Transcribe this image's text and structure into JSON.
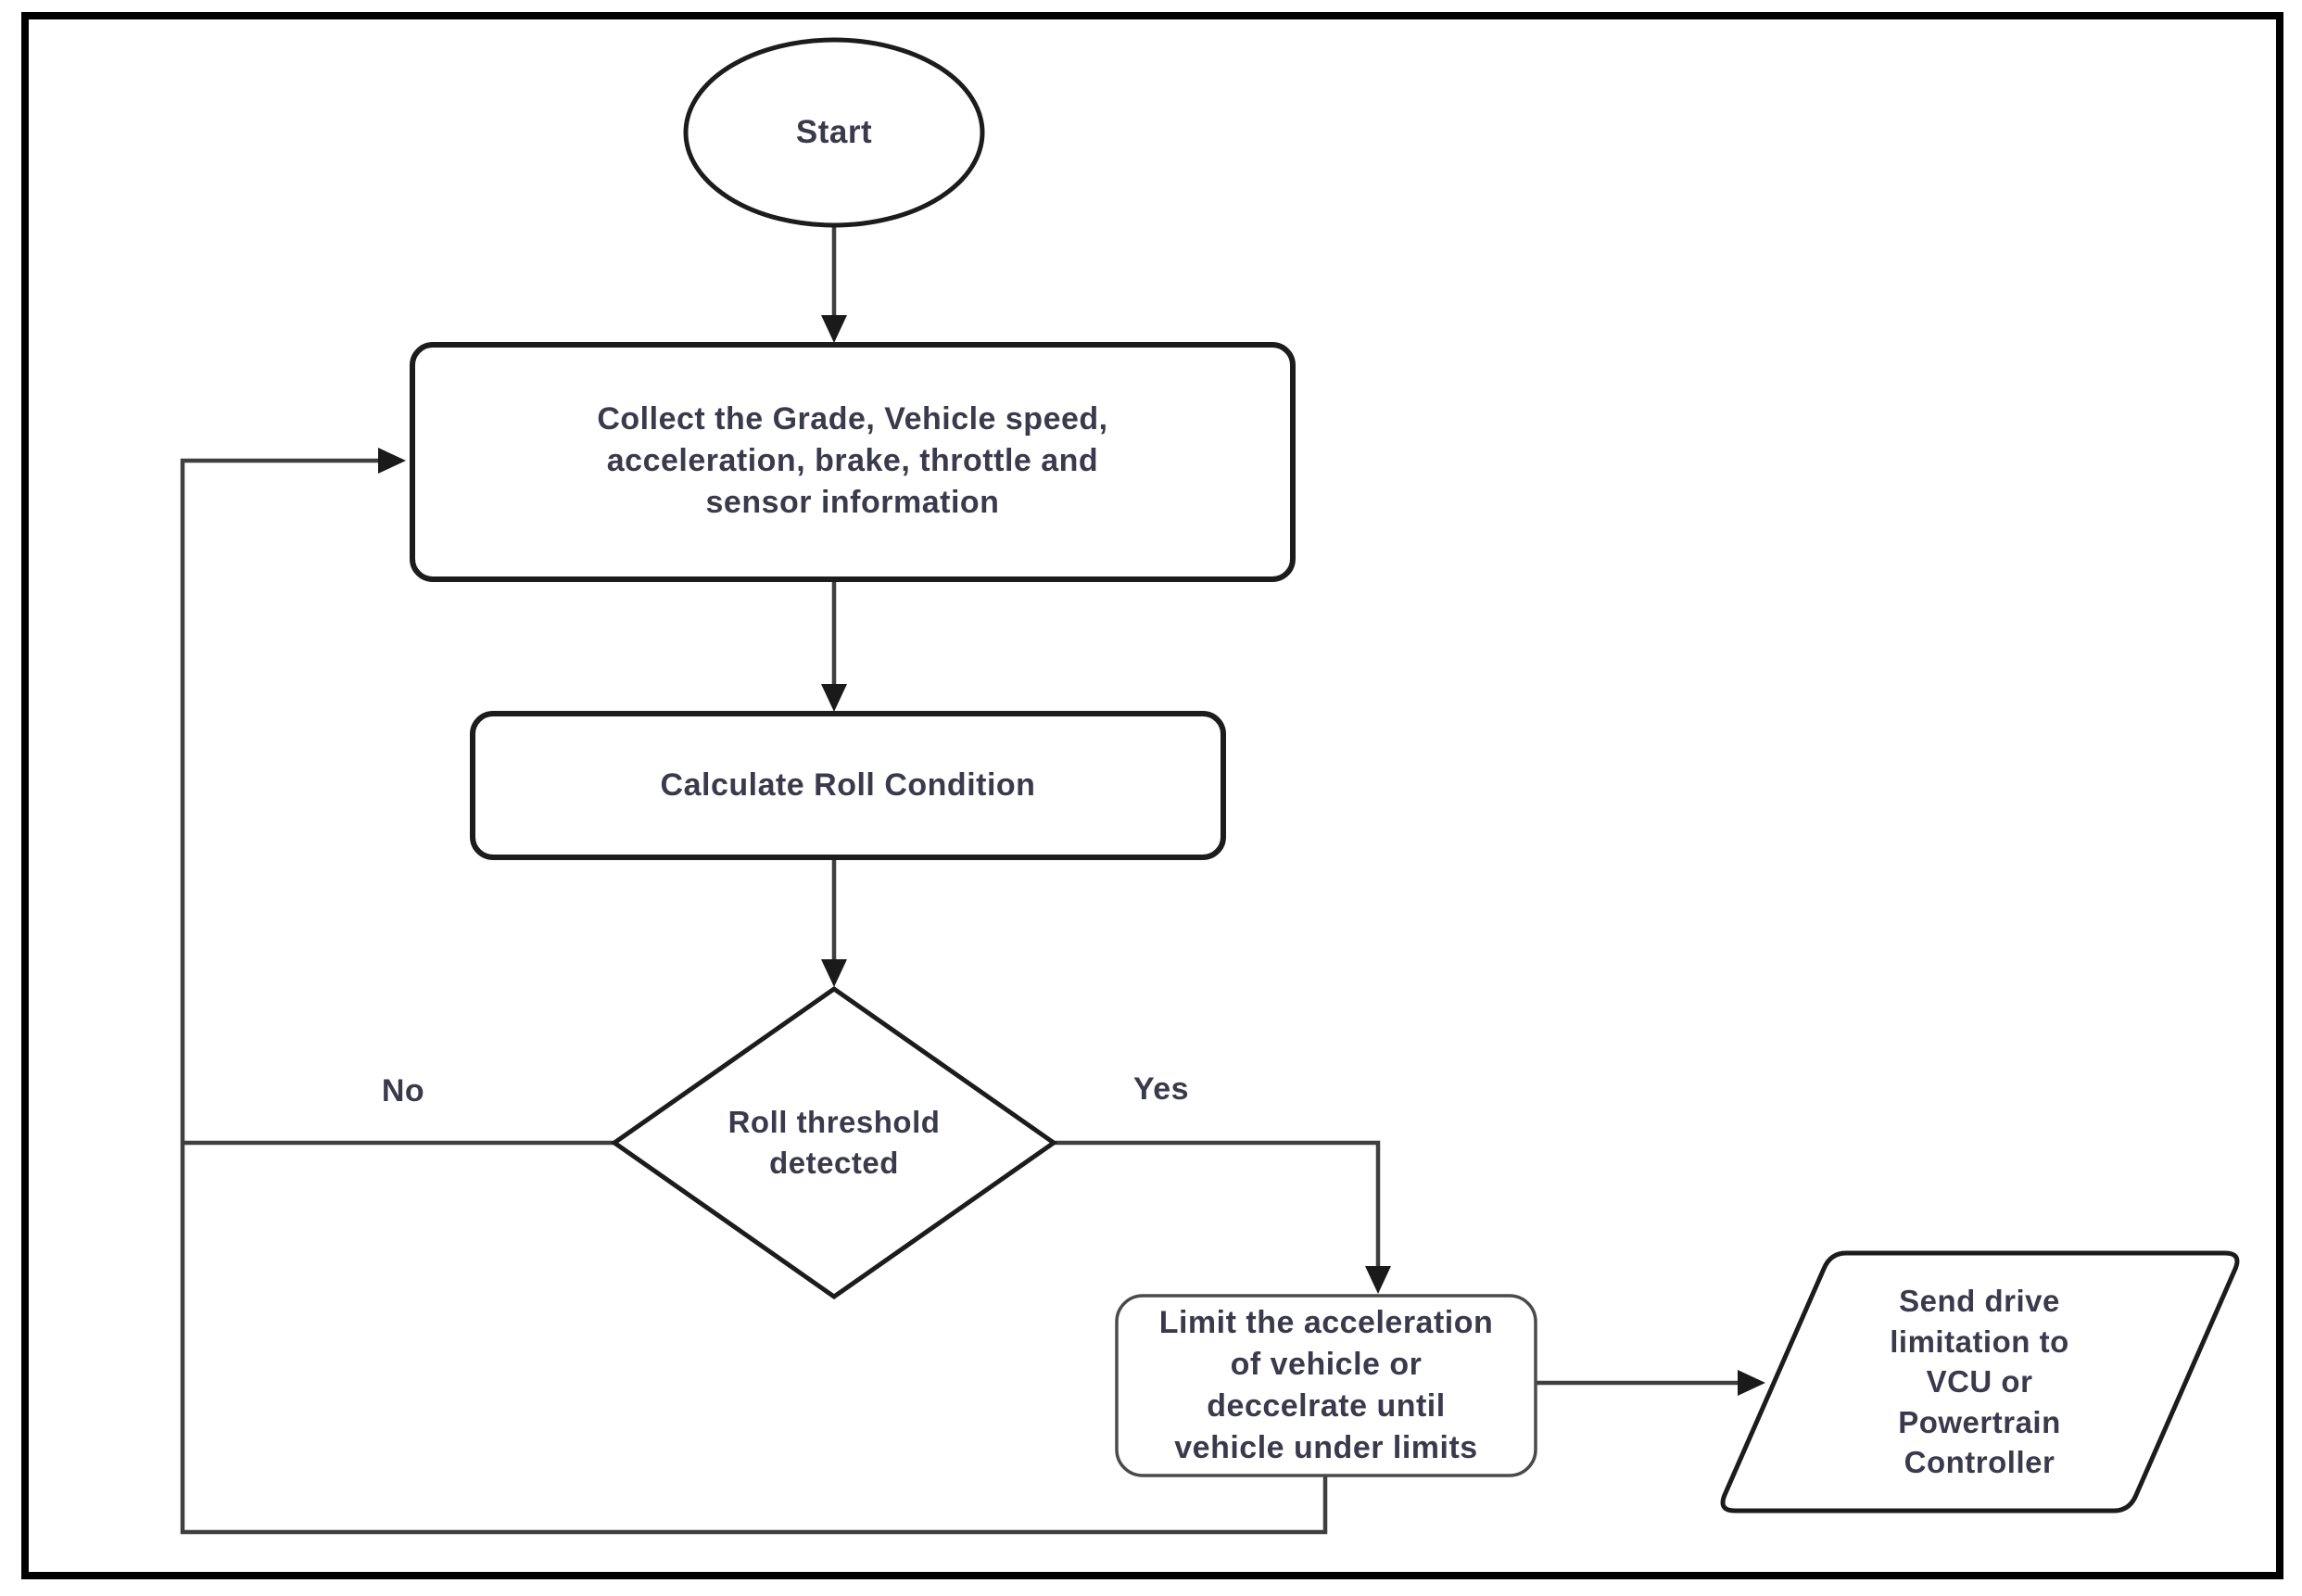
{
  "diagram_type": "flowchart",
  "nodes": {
    "start": {
      "type": "terminator",
      "label": "Start"
    },
    "collect": {
      "type": "process",
      "label": "Collect the Grade, Vehicle speed,\nacceleration, brake, throttle and\nsensor information"
    },
    "calculate": {
      "type": "process",
      "label": "Calculate Roll Condition"
    },
    "decision": {
      "type": "decision",
      "label": "Roll threshold\ndetected"
    },
    "limit": {
      "type": "process",
      "label": "Limit the acceleration\nof vehicle or\ndeccelrate until\nvehicle under limits"
    },
    "send": {
      "type": "input-output",
      "label": "Send drive\nlimitation to\nVCU or\nPowertrain\nController"
    }
  },
  "branch_labels": {
    "no": "No",
    "yes": "Yes"
  },
  "edges": [
    {
      "from": "start",
      "to": "collect",
      "label": ""
    },
    {
      "from": "collect",
      "to": "calculate",
      "label": ""
    },
    {
      "from": "calculate",
      "to": "decision",
      "label": ""
    },
    {
      "from": "decision",
      "to": "collect",
      "label": "No"
    },
    {
      "from": "decision",
      "to": "limit",
      "label": "Yes"
    },
    {
      "from": "limit",
      "to": "send",
      "label": ""
    },
    {
      "from": "limit",
      "to": "collect",
      "label": ""
    }
  ],
  "colors": {
    "background": "#ffffff",
    "outer_border": "#000000",
    "shape_stroke": "#1c1c1c",
    "limit_stroke": "#4a4a4a",
    "connector": "#3f3f3f",
    "arrowhead": "#1a1a1a",
    "text": "#3a3a4d"
  }
}
